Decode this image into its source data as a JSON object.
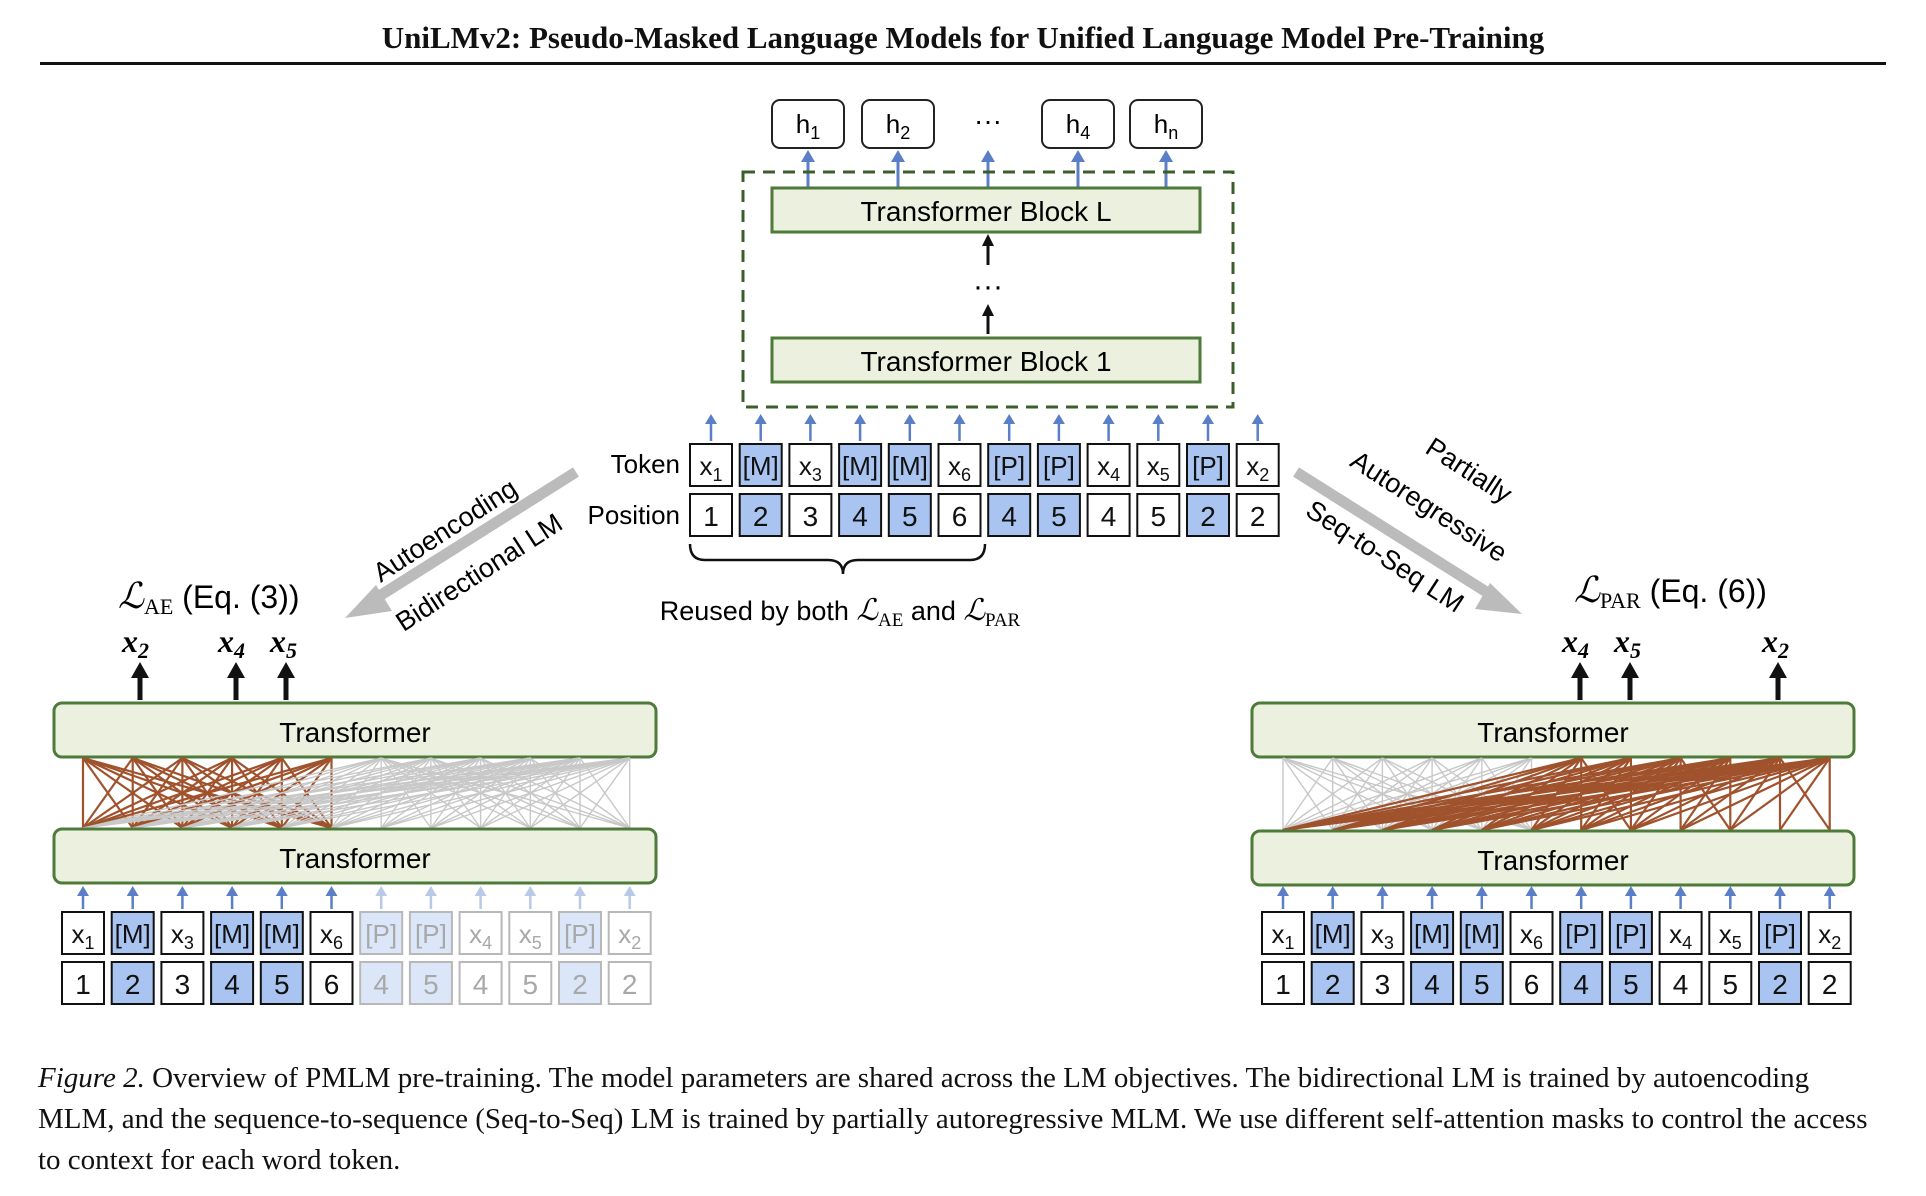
{
  "header": {
    "title": "UniLMv2: Pseudo-Masked Language Models for Unified Language Model Pre-Training"
  },
  "top": {
    "outputs": [
      "h1",
      "h2",
      "…",
      "h4",
      "hn"
    ],
    "block_top": "Transformer Block L",
    "block_bottom": "Transformer Block 1",
    "vdots": "⋮",
    "row_token_label": "Token",
    "row_position_label": "Position",
    "tokens": [
      "x1",
      "[M]",
      "x3",
      "[M]",
      "[M]",
      "x6",
      "[P]",
      "[P]",
      "x4",
      "x5",
      "[P]",
      "x2"
    ],
    "positions": [
      "1",
      "2",
      "3",
      "4",
      "5",
      "6",
      "4",
      "5",
      "4",
      "5",
      "2",
      "2"
    ],
    "highlighted": [
      false,
      true,
      false,
      true,
      true,
      false,
      true,
      true,
      false,
      false,
      true,
      false
    ],
    "brace_caption": "Reused by both ℒAE and ℒPAR"
  },
  "left": {
    "arrow_label_1": "Autoencoding",
    "arrow_label_2": "Bidirectional LM",
    "loss": "ℒAE (Eq. (3))",
    "targets": [
      "x2",
      "x4",
      "x5"
    ],
    "transformer_top": "Transformer",
    "transformer_bottom": "Transformer",
    "tokens": [
      "x1",
      "[M]",
      "x3",
      "[M]",
      "[M]",
      "x6",
      "[P]",
      "[P]",
      "x4",
      "x5",
      "[P]",
      "x2"
    ],
    "positions": [
      "1",
      "2",
      "3",
      "4",
      "5",
      "6",
      "4",
      "5",
      "4",
      "5",
      "2",
      "2"
    ],
    "faded_from": 6
  },
  "right": {
    "arrow_label_1": "Partially",
    "arrow_label_2": "Autoregressive",
    "arrow_label_3": "Seq-to-Seq LM",
    "loss": "ℒPAR (Eq. (6))",
    "targets": [
      "x4",
      "x5",
      "x2"
    ],
    "transformer_top": "Transformer",
    "transformer_bottom": "Transformer",
    "tokens": [
      "x1",
      "[M]",
      "x3",
      "[M]",
      "[M]",
      "x6",
      "[P]",
      "[P]",
      "x4",
      "x5",
      "[P]",
      "x2"
    ],
    "positions": [
      "1",
      "2",
      "3",
      "4",
      "5",
      "6",
      "4",
      "5",
      "4",
      "5",
      "2",
      "2"
    ]
  },
  "caption": {
    "figure_label": "Figure 2.",
    "text": "Overview of PMLM pre-training. The model parameters are shared across the LM objectives. The bidirectional LM is trained by autoencoding MLM, and the sequence-to-sequence (Seq-to-Seq) LM is trained by partially autoregressive MLM. We use different self-attention masks to control the access to context for each word token."
  },
  "colors": {
    "block_fill": "#ebf1de",
    "block_stroke": "#4e7a3a",
    "highlight_fill": "#a9c4f0",
    "arrow_blue": "#5b7fc7",
    "attention_brown": "#a0522d",
    "attention_gray": "#c8c8c8",
    "dashed_box": "#3b5f2a",
    "big_arrow_gray": "#bbbbbb"
  }
}
